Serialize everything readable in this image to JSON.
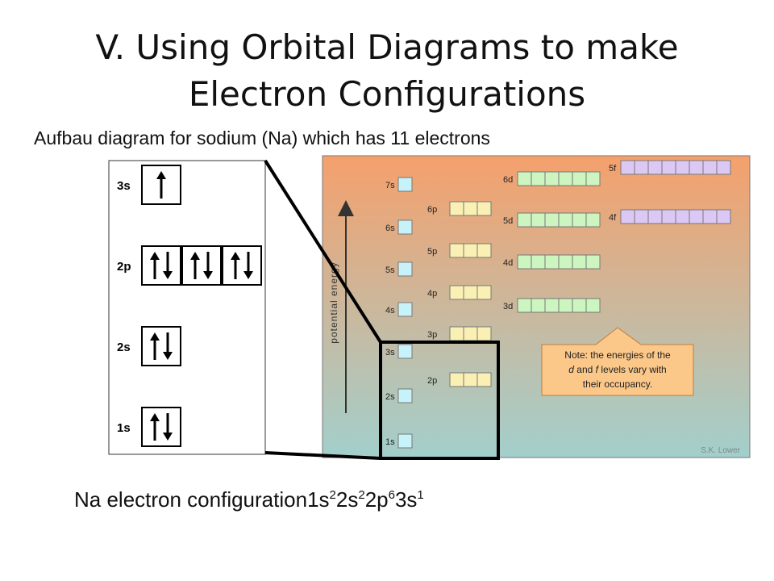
{
  "title": {
    "line1": "V. Using Orbital Diagrams to make",
    "line2": "Electron Configurations"
  },
  "subtitle": "Aufbau diagram for sodium (Na) which has 11 electrons",
  "orbital_diagram": {
    "rows": [
      {
        "label": "3s",
        "boxes": [
          "up"
        ]
      },
      {
        "label": "2p",
        "boxes": [
          "updown",
          "updown",
          "updown"
        ]
      },
      {
        "label": "2s",
        "boxes": [
          "updown"
        ]
      },
      {
        "label": "1s",
        "boxes": [
          "updown"
        ]
      }
    ]
  },
  "energy_chart": {
    "axis_label": "potential energy",
    "credit": "S.K. Lower",
    "note_line1": "Note: the energies of the",
    "note_line2_a": "d",
    "note_line2_b": " and ",
    "note_line2_c": "f",
    "note_line2_d": " levels vary with",
    "note_line3": "their occupancy.",
    "s_labels": [
      "7s",
      "6s",
      "5s",
      "4s",
      "3s",
      "2s",
      "1s"
    ],
    "p_labels": [
      "6p",
      "5p",
      "4p",
      "3p",
      "2p"
    ],
    "d_labels": [
      "6d",
      "5d",
      "4d",
      "3d"
    ],
    "f_labels": [
      "5f",
      "4f"
    ],
    "colors": {
      "s": "#c8f2fa",
      "p": "#fbf0b4",
      "d": "#cdf5c0",
      "f": "#dcc8f5",
      "gradient_top": "#f5a06c",
      "gradient_bottom": "#a2cfcc",
      "note_fill": "#fbc88a"
    }
  },
  "configuration": {
    "prefix": "Na electron configuration",
    "terms": [
      {
        "orbital": "1s",
        "count": "2"
      },
      {
        "orbital": "2s",
        "count": "2"
      },
      {
        "orbital": "2p",
        "count": "6"
      },
      {
        "orbital": "3s",
        "count": "1"
      }
    ]
  }
}
